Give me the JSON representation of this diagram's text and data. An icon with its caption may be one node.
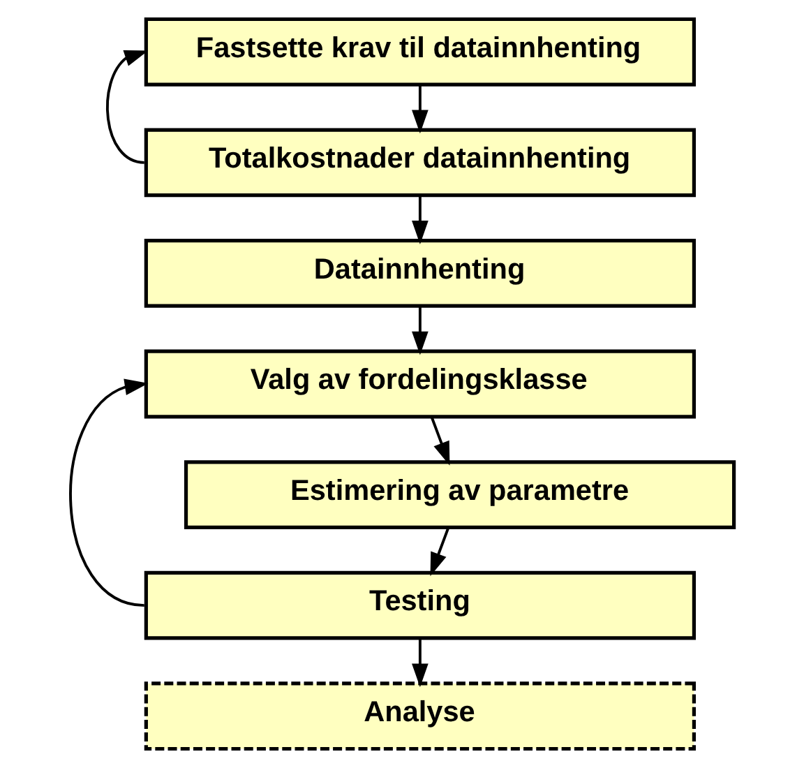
{
  "diagram": {
    "nodes": [
      {
        "text": [
          "Fastsette krav til datainnhenting"
        ]
      },
      {
        "text": [
          "Totalkostnader datainnhenting"
        ]
      },
      {
        "text": [
          "Datainnhenting"
        ]
      },
      {
        "text": [
          "Valg av fordelingsklasse"
        ]
      },
      {
        "text": [
          "Estimering av parametre"
        ]
      },
      {
        "text": [
          "Testing"
        ]
      },
      {
        "text": [
          "Analyse"
        ]
      }
    ],
    "edges": [
      {
        "from": 0,
        "to": 1,
        "arrow": "to"
      },
      {
        "from": 1,
        "to": 0,
        "arrow": "to"
      },
      {
        "from": 1,
        "to": 2,
        "arrow": "to"
      },
      {
        "from": 2,
        "to": 3,
        "arrow": "to"
      },
      {
        "from": 3,
        "to": 4,
        "arrow": "to"
      },
      {
        "from": 4,
        "to": 5,
        "arrow": "to"
      },
      {
        "from": 5,
        "to": 3,
        "arrow": "to"
      },
      {
        "from": 5,
        "to": 6,
        "arrow": "to"
      }
    ]
  }
}
